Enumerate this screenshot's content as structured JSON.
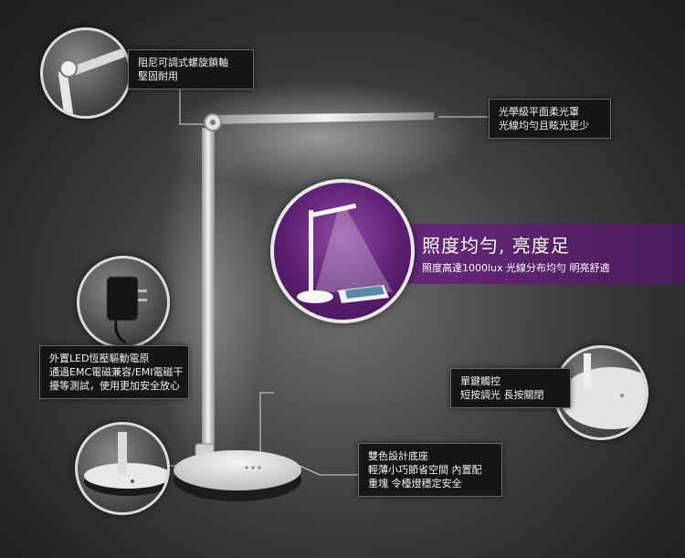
{
  "callouts": {
    "hinge": {
      "line1": "阻尼可調式螺旋鎖軸",
      "line2": "堅固耐用"
    },
    "optics": {
      "line1": "光學級平面柔光罩",
      "line2": "光線均勻且眩光更少"
    },
    "power": {
      "line1": "外置LED恆壓驅動電原",
      "line2": "通過EMC電磁兼容/EMI電磁干",
      "line3": "擾等測試，使用更加安全放心"
    },
    "touch": {
      "line1": "單鍵觸控",
      "line2": "短按調光  長按關閉"
    },
    "base": {
      "line1": "雙色設計底座",
      "line2": "輕薄小巧節省空間  內置配",
      "line3": "重塊  令檯燈穩定安全"
    }
  },
  "banner": {
    "title": "照度均勻, 亮度足",
    "subtitle": "照度高達1000lux  光線分布均勻  明亮舒適"
  },
  "colors": {
    "banner_bg": "#5a2270",
    "callout_bg": "#151515"
  }
}
